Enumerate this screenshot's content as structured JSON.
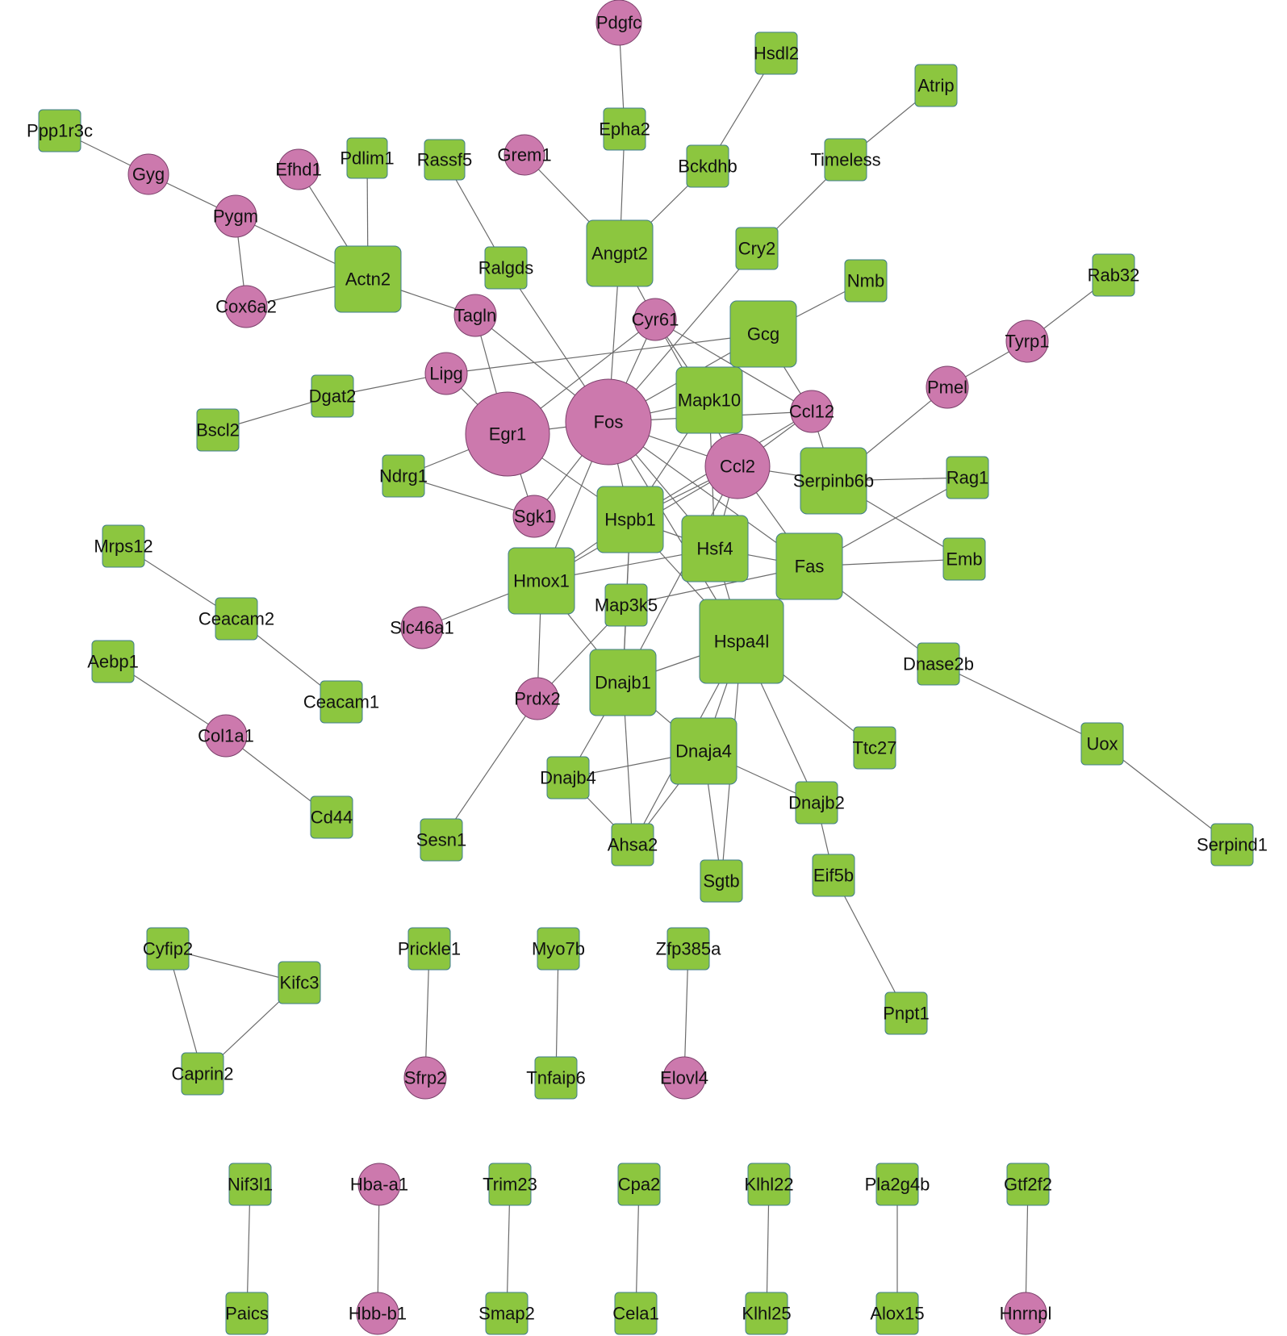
{
  "colors": {
    "upregulated_fill": "#8cc63f",
    "downregulated_fill": "#cc79ad",
    "edge": "#6b6b6b"
  },
  "nodes": [
    {
      "id": "Pdgfc",
      "shape": "circle"
    },
    {
      "id": "Hsdl2",
      "shape": "rect"
    },
    {
      "id": "Atrip",
      "shape": "rect"
    },
    {
      "id": "Ppp1r3c",
      "shape": "rect"
    },
    {
      "id": "Gyg",
      "shape": "circle"
    },
    {
      "id": "Efhd1",
      "shape": "circle"
    },
    {
      "id": "Pdlim1",
      "shape": "rect"
    },
    {
      "id": "Rassf5",
      "shape": "rect"
    },
    {
      "id": "Grem1",
      "shape": "circle"
    },
    {
      "id": "Epha2",
      "shape": "rect"
    },
    {
      "id": "Bckdhb",
      "shape": "rect"
    },
    {
      "id": "Timeless",
      "shape": "rect"
    },
    {
      "id": "Pygm",
      "shape": "circle"
    },
    {
      "id": "Actn2",
      "shape": "rect"
    },
    {
      "id": "Ralgds",
      "shape": "rect"
    },
    {
      "id": "Angpt2",
      "shape": "rect"
    },
    {
      "id": "Cry2",
      "shape": "rect"
    },
    {
      "id": "Rab32",
      "shape": "rect"
    },
    {
      "id": "Nmb",
      "shape": "rect"
    },
    {
      "id": "Cox6a2",
      "shape": "circle"
    },
    {
      "id": "Tagln",
      "shape": "circle"
    },
    {
      "id": "Cyr61",
      "shape": "circle"
    },
    {
      "id": "Gcg",
      "shape": "rect"
    },
    {
      "id": "Tyrp1",
      "shape": "circle"
    },
    {
      "id": "Lipg",
      "shape": "circle"
    },
    {
      "id": "Pmel",
      "shape": "circle"
    },
    {
      "id": "Dgat2",
      "shape": "rect"
    },
    {
      "id": "Mapk10",
      "shape": "rect"
    },
    {
      "id": "Ccl12",
      "shape": "circle"
    },
    {
      "id": "Bscl2",
      "shape": "rect"
    },
    {
      "id": "Egr1",
      "shape": "circle"
    },
    {
      "id": "Fos",
      "shape": "circle"
    },
    {
      "id": "Ccl2",
      "shape": "circle"
    },
    {
      "id": "Ndrg1",
      "shape": "rect"
    },
    {
      "id": "Serpinb6b",
      "shape": "rect"
    },
    {
      "id": "Rag1",
      "shape": "rect"
    },
    {
      "id": "Sgk1",
      "shape": "circle"
    },
    {
      "id": "Hspb1",
      "shape": "rect"
    },
    {
      "id": "Hsf4",
      "shape": "rect"
    },
    {
      "id": "Mrps12",
      "shape": "rect"
    },
    {
      "id": "Fas",
      "shape": "rect"
    },
    {
      "id": "Emb",
      "shape": "rect"
    },
    {
      "id": "Hmox1",
      "shape": "rect"
    },
    {
      "id": "Map3k5",
      "shape": "rect"
    },
    {
      "id": "Ceacam2",
      "shape": "rect"
    },
    {
      "id": "Slc46a1",
      "shape": "circle"
    },
    {
      "id": "Hspa4l",
      "shape": "rect"
    },
    {
      "id": "Aebp1",
      "shape": "rect"
    },
    {
      "id": "Dnase2b",
      "shape": "rect"
    },
    {
      "id": "Dnajb1",
      "shape": "rect"
    },
    {
      "id": "Prdx2",
      "shape": "circle"
    },
    {
      "id": "Ceacam1",
      "shape": "rect"
    },
    {
      "id": "Col1a1",
      "shape": "circle"
    },
    {
      "id": "Ttc27",
      "shape": "rect"
    },
    {
      "id": "Uox",
      "shape": "rect"
    },
    {
      "id": "Dnaja4",
      "shape": "rect"
    },
    {
      "id": "Dnajb4",
      "shape": "rect"
    },
    {
      "id": "Dnajb2",
      "shape": "rect"
    },
    {
      "id": "Cd44",
      "shape": "rect"
    },
    {
      "id": "Sesn1",
      "shape": "rect"
    },
    {
      "id": "Ahsa2",
      "shape": "rect"
    },
    {
      "id": "Serpind1",
      "shape": "rect"
    },
    {
      "id": "Sgtb",
      "shape": "rect"
    },
    {
      "id": "Eif5b",
      "shape": "rect"
    },
    {
      "id": "Cyfip2",
      "shape": "rect"
    },
    {
      "id": "Prickle1",
      "shape": "rect"
    },
    {
      "id": "Myo7b",
      "shape": "rect"
    },
    {
      "id": "Zfp385a",
      "shape": "rect"
    },
    {
      "id": "Kifc3",
      "shape": "rect"
    },
    {
      "id": "Pnpt1",
      "shape": "rect"
    },
    {
      "id": "Caprin2",
      "shape": "rect"
    },
    {
      "id": "Sfrp2",
      "shape": "circle"
    },
    {
      "id": "Tnfaip6",
      "shape": "rect"
    },
    {
      "id": "Elovl4",
      "shape": "circle"
    },
    {
      "id": "Nif3l1",
      "shape": "rect"
    },
    {
      "id": "Hba-a1",
      "shape": "circle"
    },
    {
      "id": "Trim23",
      "shape": "rect"
    },
    {
      "id": "Cpa2",
      "shape": "rect"
    },
    {
      "id": "Klhl22",
      "shape": "rect"
    },
    {
      "id": "Pla2g4b",
      "shape": "rect"
    },
    {
      "id": "Gtf2f2",
      "shape": "rect"
    },
    {
      "id": "Paics",
      "shape": "rect"
    },
    {
      "id": "Hbb-b1",
      "shape": "circle"
    },
    {
      "id": "Smap2",
      "shape": "rect"
    },
    {
      "id": "Cela1",
      "shape": "rect"
    },
    {
      "id": "Klhl25",
      "shape": "rect"
    },
    {
      "id": "Alox15",
      "shape": "rect"
    },
    {
      "id": "Hnrnpl",
      "shape": "circle"
    }
  ],
  "edges": [
    [
      "Pdgfc",
      "Epha2"
    ],
    [
      "Epha2",
      "Angpt2"
    ],
    [
      "Hsdl2",
      "Bckdhb"
    ],
    [
      "Bckdhb",
      "Angpt2"
    ],
    [
      "Atrip",
      "Timeless"
    ],
    [
      "Timeless",
      "Cry2"
    ],
    [
      "Cry2",
      "Fos"
    ],
    [
      "Ppp1r3c",
      "Gyg"
    ],
    [
      "Gyg",
      "Pygm"
    ],
    [
      "Pygm",
      "Actn2"
    ],
    [
      "Pygm",
      "Cox6a2"
    ],
    [
      "Cox6a2",
      "Actn2"
    ],
    [
      "Efhd1",
      "Actn2"
    ],
    [
      "Pdlim1",
      "Actn2"
    ],
    [
      "Actn2",
      "Tagln"
    ],
    [
      "Rassf5",
      "Ralgds"
    ],
    [
      "Ralgds",
      "Fos"
    ],
    [
      "Grem1",
      "Angpt2"
    ],
    [
      "Angpt2",
      "Cyr61"
    ],
    [
      "Angpt2",
      "Fos"
    ],
    [
      "Tagln",
      "Egr1"
    ],
    [
      "Tagln",
      "Fos"
    ],
    [
      "Cyr61",
      "Egr1"
    ],
    [
      "Cyr61",
      "Fos"
    ],
    [
      "Cyr61",
      "Ccl2"
    ],
    [
      "Cyr61",
      "Ccl12"
    ],
    [
      "Cyr61",
      "Mapk10"
    ],
    [
      "Lipg",
      "Gcg"
    ],
    [
      "Lipg",
      "Egr1"
    ],
    [
      "Lipg",
      "Dgat2"
    ],
    [
      "Dgat2",
      "Bscl2"
    ],
    [
      "Gcg",
      "Nmb"
    ],
    [
      "Gcg",
      "Fos"
    ],
    [
      "Gcg",
      "Ccl12"
    ],
    [
      "Rab32",
      "Tyrp1"
    ],
    [
      "Tyrp1",
      "Pmel"
    ],
    [
      "Pmel",
      "Serpinb6b"
    ],
    [
      "Mapk10",
      "Fos"
    ],
    [
      "Mapk10",
      "Hspb1"
    ],
    [
      "Mapk10",
      "Hsf4"
    ],
    [
      "Ccl12",
      "Fos"
    ],
    [
      "Ccl12",
      "Ccl2"
    ],
    [
      "Ccl12",
      "Serpinb6b"
    ],
    [
      "Ccl12",
      "Hspb1"
    ],
    [
      "Egr1",
      "Fos"
    ],
    [
      "Egr1",
      "Sgk1"
    ],
    [
      "Egr1",
      "Hspb1"
    ],
    [
      "Fos",
      "Ccl2"
    ],
    [
      "Fos",
      "Sgk1"
    ],
    [
      "Fos",
      "Hmox1"
    ],
    [
      "Fos",
      "Hspb1"
    ],
    [
      "Fos",
      "Hsf4"
    ],
    [
      "Fos",
      "Hspa4l"
    ],
    [
      "Fos",
      "Fas"
    ],
    [
      "Ccl2",
      "Hspb1"
    ],
    [
      "Ccl2",
      "Hsf4"
    ],
    [
      "Ccl2",
      "Fas"
    ],
    [
      "Ccl2",
      "Serpinb6b"
    ],
    [
      "Ccl2",
      "Hmox1"
    ],
    [
      "Ccl2",
      "Dnajb1"
    ],
    [
      "Ndrg1",
      "Sgk1"
    ],
    [
      "Ndrg1",
      "Egr1"
    ],
    [
      "Serpinb6b",
      "Rag1"
    ],
    [
      "Serpinb6b",
      "Emb"
    ],
    [
      "Rag1",
      "Fas"
    ],
    [
      "Fas",
      "Emb"
    ],
    [
      "Fas",
      "Hsf4"
    ],
    [
      "Fas",
      "Hspa4l"
    ],
    [
      "Fas",
      "Dnase2b"
    ],
    [
      "Fas",
      "Map3k5"
    ],
    [
      "Hspb1",
      "Hmox1"
    ],
    [
      "Hspb1",
      "Hsf4"
    ],
    [
      "Hspb1",
      "Hspa4l"
    ],
    [
      "Hspb1",
      "Dnajb1"
    ],
    [
      "Hspb1",
      "Map3k5"
    ],
    [
      "Hsf4",
      "Hspa4l"
    ],
    [
      "Hsf4",
      "Hmox1"
    ],
    [
      "Hmox1",
      "Prdx2"
    ],
    [
      "Hmox1",
      "Slc46a1"
    ],
    [
      "Hmox1",
      "Dnajb1"
    ],
    [
      "Map3k5",
      "Prdx2"
    ],
    [
      "Map3k5",
      "Dnajb1"
    ],
    [
      "Hspa4l",
      "Dnajb1"
    ],
    [
      "Hspa4l",
      "Dnaja4"
    ],
    [
      "Hspa4l",
      "Ahsa2"
    ],
    [
      "Hspa4l",
      "Dnajb2"
    ],
    [
      "Hspa4l",
      "Ttc27"
    ],
    [
      "Hspa4l",
      "Sgtb"
    ],
    [
      "Dnajb1",
      "Dnaja4"
    ],
    [
      "Dnajb1",
      "Ahsa2"
    ],
    [
      "Dnajb1",
      "Dnajb4"
    ],
    [
      "Dnaja4",
      "Dnajb4"
    ],
    [
      "Dnaja4",
      "Ahsa2"
    ],
    [
      "Dnaja4",
      "Sgtb"
    ],
    [
      "Dnaja4",
      "Dnajb2"
    ],
    [
      "Dnajb4",
      "Ahsa2"
    ],
    [
      "Prdx2",
      "Sesn1"
    ],
    [
      "Dnajb2",
      "Eif5b"
    ],
    [
      "Eif5b",
      "Pnpt1"
    ],
    [
      "Dnase2b",
      "Uox"
    ],
    [
      "Uox",
      "Serpind1"
    ],
    [
      "Mrps12",
      "Ceacam2"
    ],
    [
      "Ceacam2",
      "Ceacam1"
    ],
    [
      "Aebp1",
      "Col1a1"
    ],
    [
      "Col1a1",
      "Cd44"
    ],
    [
      "Cyfip2",
      "Kifc3"
    ],
    [
      "Cyfip2",
      "Caprin2"
    ],
    [
      "Kifc3",
      "Caprin2"
    ],
    [
      "Prickle1",
      "Sfrp2"
    ],
    [
      "Myo7b",
      "Tnfaip6"
    ],
    [
      "Zfp385a",
      "Elovl4"
    ],
    [
      "Nif3l1",
      "Paics"
    ],
    [
      "Hba-a1",
      "Hbb-b1"
    ],
    [
      "Trim23",
      "Smap2"
    ],
    [
      "Cpa2",
      "Cela1"
    ],
    [
      "Klhl22",
      "Klhl25"
    ],
    [
      "Pla2g4b",
      "Alox15"
    ],
    [
      "Gtf2f2",
      "Hnrnpl"
    ]
  ]
}
